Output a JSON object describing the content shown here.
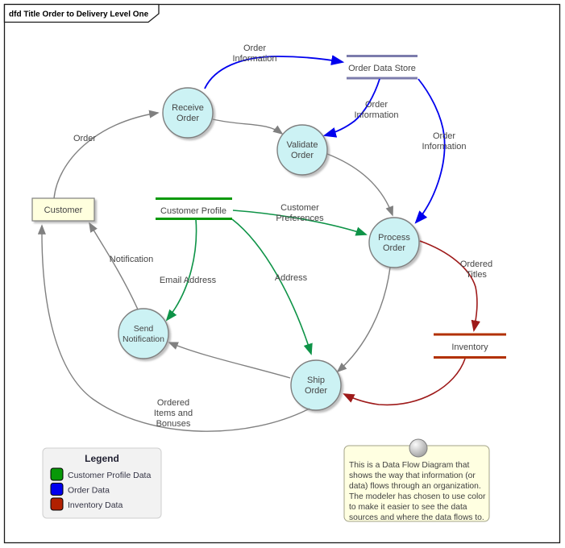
{
  "frame": {
    "title": "dfd Title Order to Delivery Level One"
  },
  "nodes": {
    "receive": {
      "label": "Receive\nOrder"
    },
    "validate": {
      "label": "Validate\nOrder"
    },
    "process": {
      "label": "Process\nOrder"
    },
    "send": {
      "label": "Send\nNotification"
    },
    "ship": {
      "label": "Ship\nOrder"
    }
  },
  "entities": {
    "customer": {
      "label": "Customer"
    }
  },
  "stores": {
    "customer_profile": {
      "label": "Customer Profile",
      "color": "#089908"
    },
    "order_data_store": {
      "label": "Order Data Store",
      "color": "#7C7CAC"
    },
    "inventory": {
      "label": "Inventory",
      "color": "#B23000"
    }
  },
  "flows": {
    "order": {
      "label": "Order"
    },
    "order_info_store": {
      "label": "Order\nInformation"
    },
    "order_info_validate": {
      "label": "Order\nInformation"
    },
    "order_info_process": {
      "label": "Order\nInformation"
    },
    "customer_preferences": {
      "label": "Customer\nPreferences"
    },
    "email_address": {
      "label": "Email Address"
    },
    "address": {
      "label": "Address"
    },
    "notification": {
      "label": "Notification"
    },
    "ordered_titles": {
      "label": "Ordered\nTitles"
    },
    "ordered_items": {
      "label": "Ordered\nItems and\nBonuses"
    }
  },
  "colors": {
    "process_fill": "#CCF2F4",
    "entity_fill": "#FFFFDE",
    "flow_gray": "#808080",
    "flow_blue": "#0000EE",
    "flow_green": "#0E9347",
    "flow_red": "#9E1A1A",
    "note_fill": "#FFFFE1"
  },
  "legend": {
    "title": "Legend",
    "items": [
      {
        "label": "Customer Profile Data",
        "color": "#089908"
      },
      {
        "label": "Order Data",
        "color": "#0000EE"
      },
      {
        "label": "Inventory Data",
        "color": "#B22000"
      }
    ]
  },
  "note": {
    "text": "This is a  Data Flow Diagram that\nshows the way that information (or\ndata) flows through an organization.\nThe modeler has chosen to use color\nto make it easier to see the data\nsources and where the data flows to."
  }
}
